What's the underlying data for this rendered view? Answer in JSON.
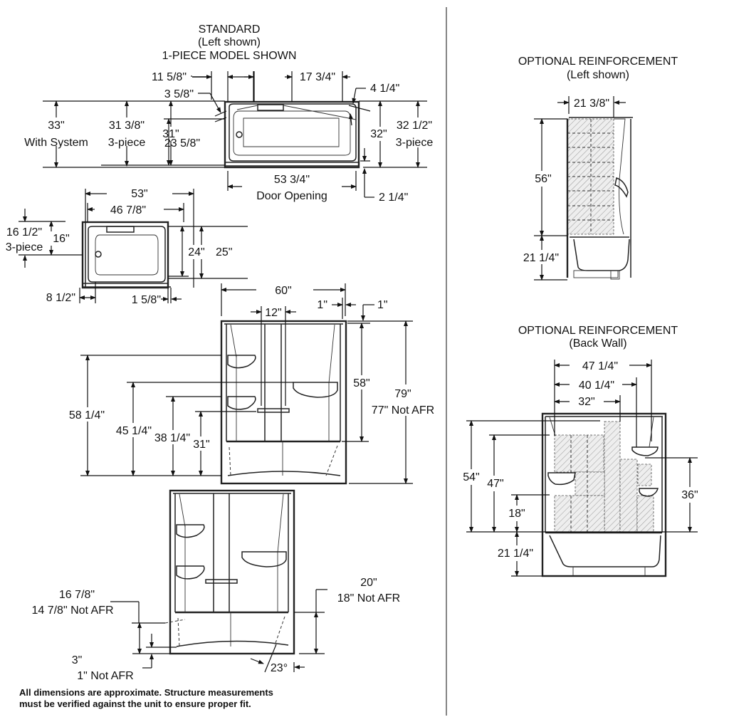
{
  "standard": {
    "title": "STANDARD",
    "subtitle": "(Left shown)",
    "model": "1-PIECE MODEL SHOWN"
  },
  "top_view": {
    "dims": {
      "d11_5_8": "11 5/8\"",
      "d17_3_4": "17 3/4\"",
      "d3_5_8": "3 5/8\"",
      "d4_1_4": "4 1/4\"",
      "d33": "33\"",
      "with_system": "With System",
      "d31_3_8": "31 3/8\"",
      "three_piece_a": "3-piece",
      "d31": "31\"",
      "d23_5_8": "23 5/8\"",
      "d32": "32\"",
      "d32_1_2": "32 1/2\"",
      "three_piece_b": "3-piece",
      "d53_3_4": "53 3/4\"",
      "door_opening": "Door Opening",
      "d2_1_4": "2 1/4\""
    }
  },
  "second_view": {
    "dims": {
      "d53": "53\"",
      "d46_7_8": "46 7/8\"",
      "d16_1_2": "16 1/2\"",
      "three_piece": "3-piece",
      "d16": "16\"",
      "d24": "24\"",
      "d25": "25\"",
      "d8_1_2": "8 1/2\"",
      "d1_5_8": "1 5/8\""
    }
  },
  "front_view": {
    "dims": {
      "d60": "60\"",
      "d1_a": "1\"",
      "d1_b": "1\"",
      "d12": "12\"",
      "d58": "58\"",
      "d79": "79\"",
      "d77_not_afr": "77\" Not AFR",
      "d58_1_4": "58 1/4\"",
      "d45_1_4": "45 1/4\"",
      "d38_1_4": "38 1/4\"",
      "d31": "31\""
    }
  },
  "front_view_2": {
    "dims": {
      "d20": "20\"",
      "d18_not_afr": "18\" Not AFR",
      "d16_7_8": "16 7/8\"",
      "d14_7_8_not_afr": "14 7/8\" Not AFR",
      "d3": "3\"",
      "d1_not_afr": "1\" Not AFR",
      "angle": "23°"
    }
  },
  "footnote": {
    "line1": "All dimensions are approximate. Structure measurements",
    "line2": "must be verified against the unit to ensure proper fit."
  },
  "reinforcement_left": {
    "title": "OPTIONAL REINFORCEMENT",
    "subtitle": "(Left shown)",
    "dims": {
      "d21_3_8": "21 3/8\"",
      "d56": "56\"",
      "d21_1_4": "21 1/4\""
    }
  },
  "reinforcement_back": {
    "title": "OPTIONAL REINFORCEMENT",
    "subtitle": "(Back Wall)",
    "dims": {
      "d47_1_4": "47 1/4\"",
      "d40_1_4": "40 1/4\"",
      "d32": "32\"",
      "d54": "54\"",
      "d47": "47\"",
      "d18": "18\"",
      "d36": "36\"",
      "d21_1_4": "21 1/4\""
    }
  }
}
